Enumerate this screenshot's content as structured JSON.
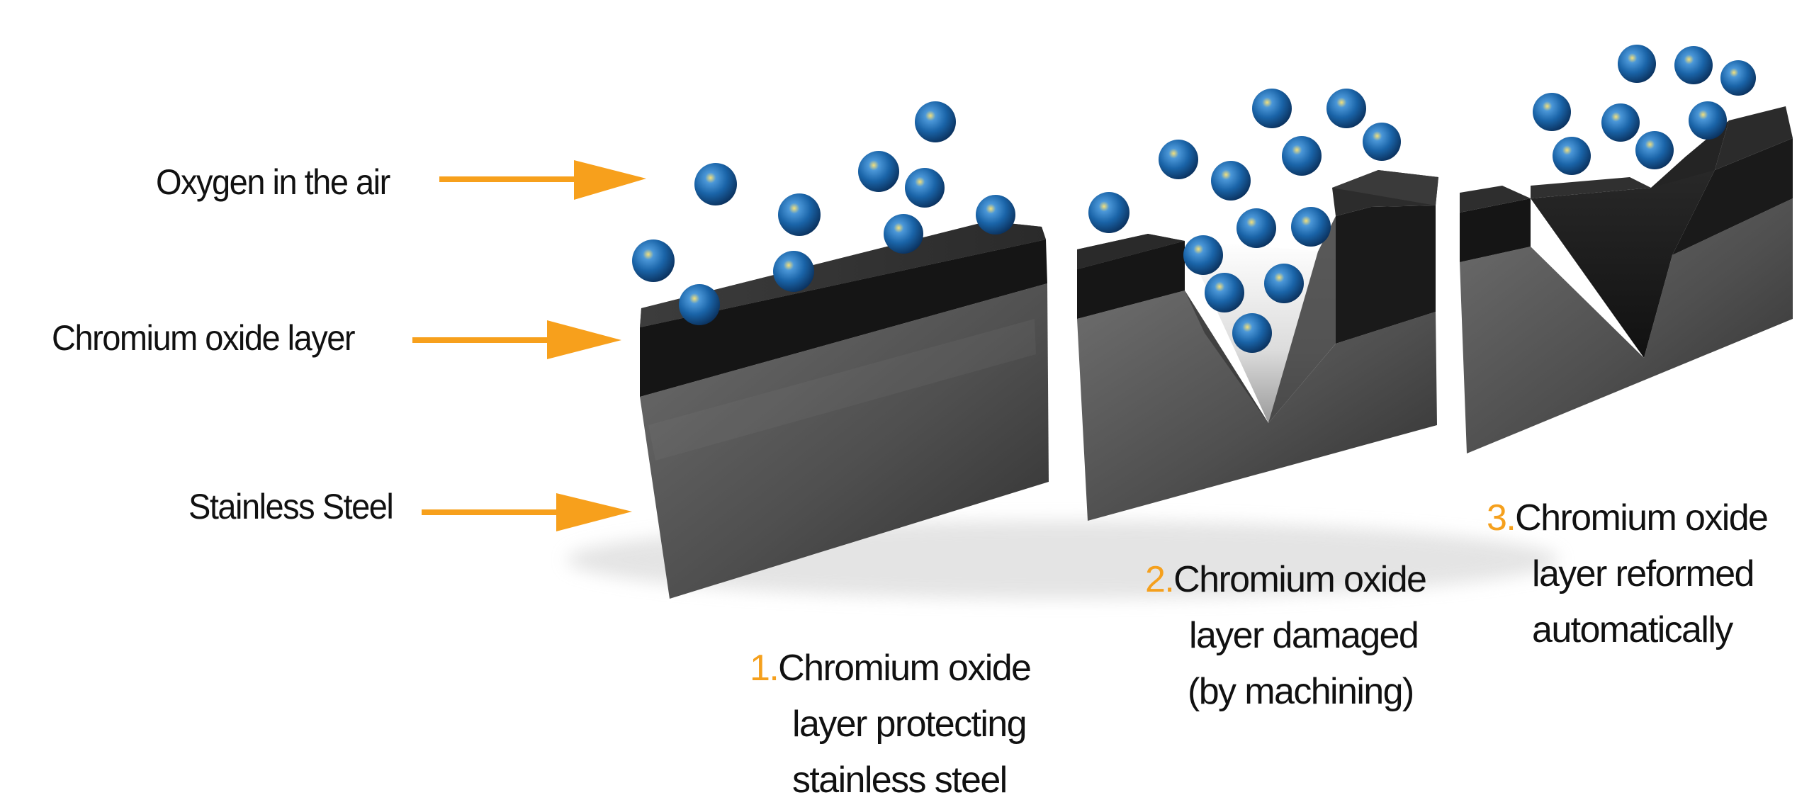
{
  "labels": {
    "oxygen": "Oxygen in the air",
    "oxide_layer": "Chromium oxide layer",
    "steel": "Stainless Steel"
  },
  "steps": [
    {
      "number": "1.",
      "lines": [
        "Chromium oxide",
        "layer protecting",
        "stainless steel"
      ]
    },
    {
      "number": "2.",
      "lines": [
        "Chromium oxide",
        "layer damaged",
        "(by machining)"
      ]
    },
    {
      "number": "3.",
      "lines": [
        "Chromium oxide",
        "layer reformed",
        "automatically"
      ]
    }
  ],
  "colors": {
    "arrow": "#f7a01c",
    "step_number": "#f5a01d",
    "oxygen_ball": "#1a64a8",
    "steel": "#565656",
    "oxide": "#1b1b1b"
  }
}
